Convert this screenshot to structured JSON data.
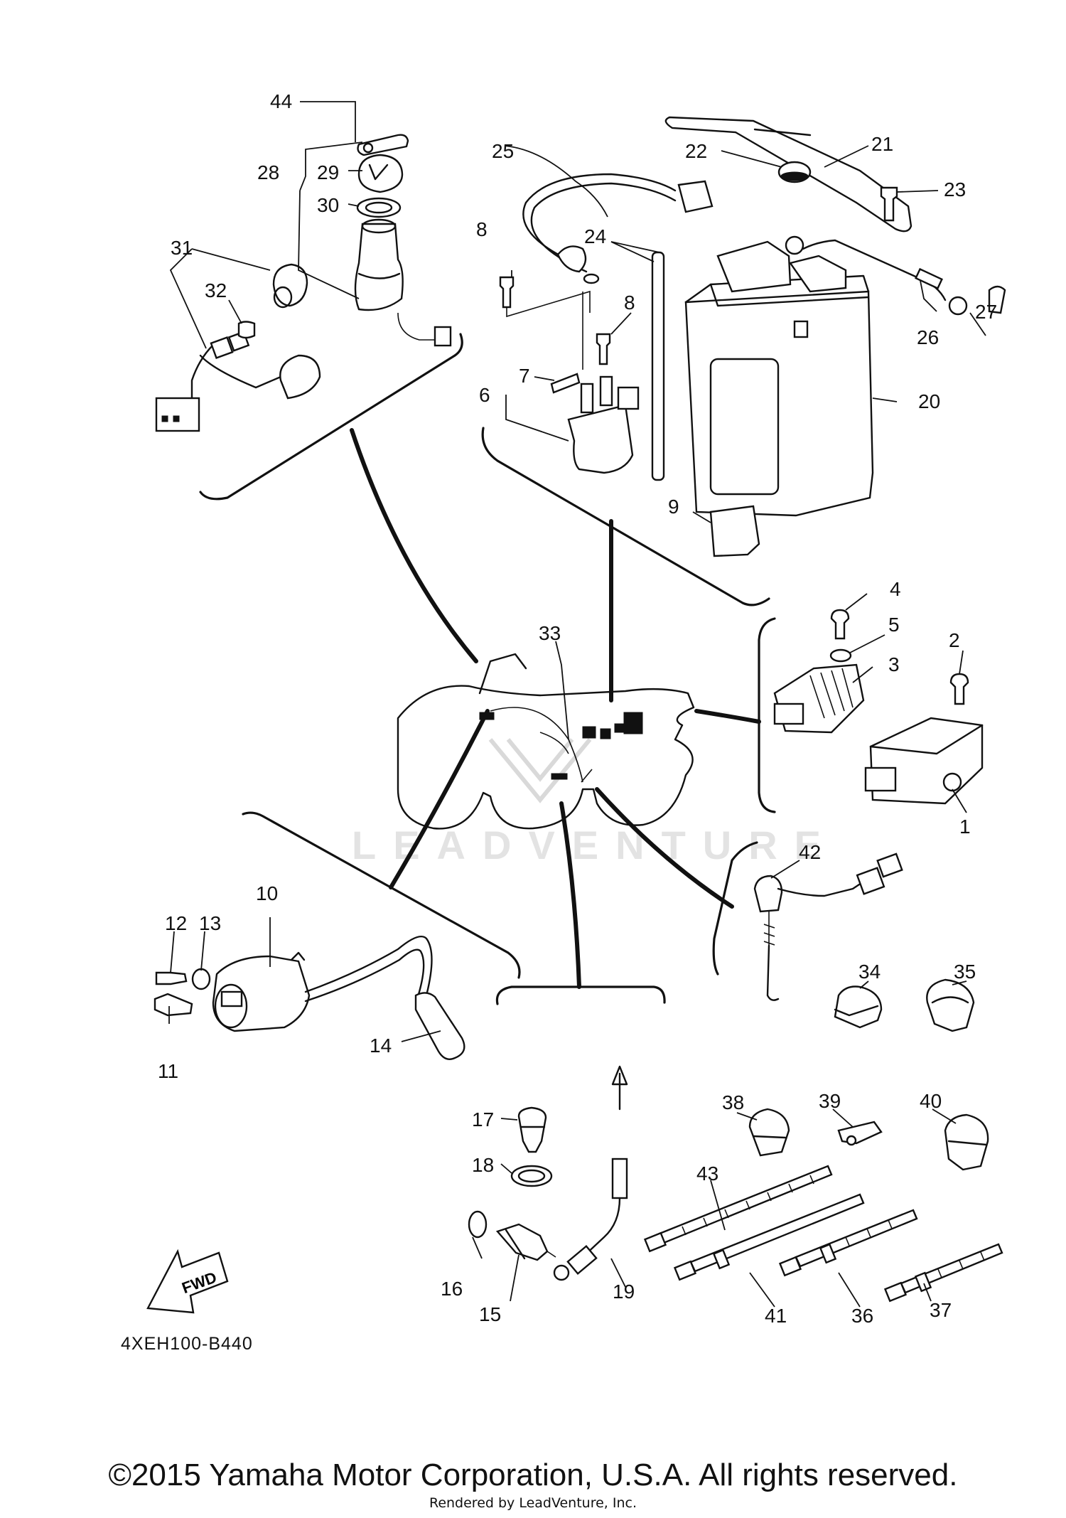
{
  "diagram": {
    "callouts": {
      "p1": "1",
      "p2": "2",
      "p3": "3",
      "p4": "4",
      "p5": "5",
      "p6": "6",
      "p7": "7",
      "p8a": "8",
      "p8b": "8",
      "p9": "9",
      "p10": "10",
      "p11": "11",
      "p12": "12",
      "p13": "13",
      "p14": "14",
      "p15": "15",
      "p16": "16",
      "p17": "17",
      "p18": "18",
      "p19": "19",
      "p20": "20",
      "p21": "21",
      "p22": "22",
      "p23": "23",
      "p24": "24",
      "p25": "25",
      "p26": "26",
      "p27": "27",
      "p28": "28",
      "p29": "29",
      "p30": "30",
      "p31": "31",
      "p32": "32",
      "p33": "33",
      "p34": "34",
      "p35": "35",
      "p36": "36",
      "p37": "37",
      "p38": "38",
      "p39": "39",
      "p40": "40",
      "p41": "41",
      "p42": "42",
      "p43": "43",
      "p44": "44"
    },
    "fwd_label": "FWD",
    "diagram_code": "4XEH100-B440",
    "watermark_text": "LEADVENTURE"
  },
  "footer": {
    "copyright": "©2015 Yamaha Motor Corporation, U.S.A. All rights reserved.",
    "rendered_by": "Rendered by LeadVenture, Inc."
  }
}
